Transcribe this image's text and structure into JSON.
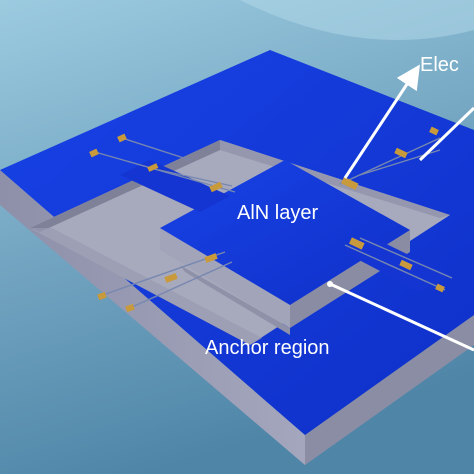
{
  "labels": {
    "electrode": "Elec",
    "aln_layer": "AlN layer",
    "anchor_region": "Anchor region"
  },
  "colors": {
    "background_top": "#8fc3dc",
    "background_bottom": "#5a8fb0",
    "aln_top_surface": "#1238d8",
    "side_wall": "#9c9eb6",
    "side_wall_dark": "#85879f",
    "pit_floor": "#a8a9bd",
    "electrode_gold": "#c89a3c",
    "electrode_line": "#6e7fa6",
    "label_text": "#ffffff"
  }
}
